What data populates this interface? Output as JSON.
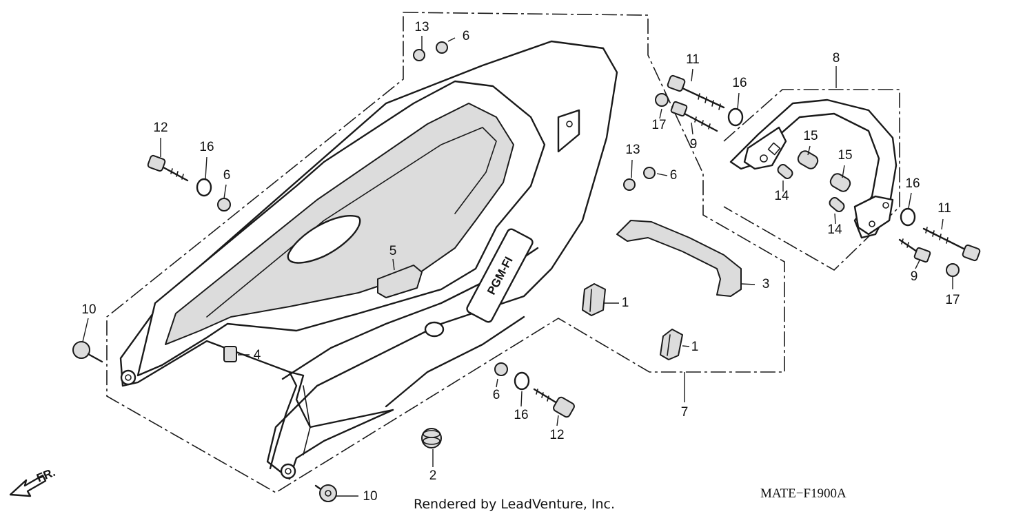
{
  "callouts": {
    "c13a": "13",
    "c6a": "6",
    "c12a": "12",
    "c16a": "16",
    "c6b": "6",
    "c11a": "11",
    "c16b": "16",
    "c17a": "17",
    "c9a": "9",
    "c8": "8",
    "c15a": "15",
    "c15b": "15",
    "c14a": "14",
    "c14b": "14",
    "c13b": "13",
    "c6c": "6",
    "c16c": "16",
    "c11b": "11",
    "c9b": "9",
    "c17b": "17",
    "c5": "5",
    "c3": "3",
    "c1a": "1",
    "c1b": "1",
    "c10a": "10",
    "c4": "4",
    "c6d": "6",
    "c16d": "16",
    "c12b": "12",
    "c7": "7",
    "c2": "2",
    "c10b": "10"
  },
  "credit": "Rendered by LeadVenture, Inc.",
  "diagram_code": "MATE−F1900A",
  "direction_label": "FR.",
  "emblem_text": "PGM-FI"
}
